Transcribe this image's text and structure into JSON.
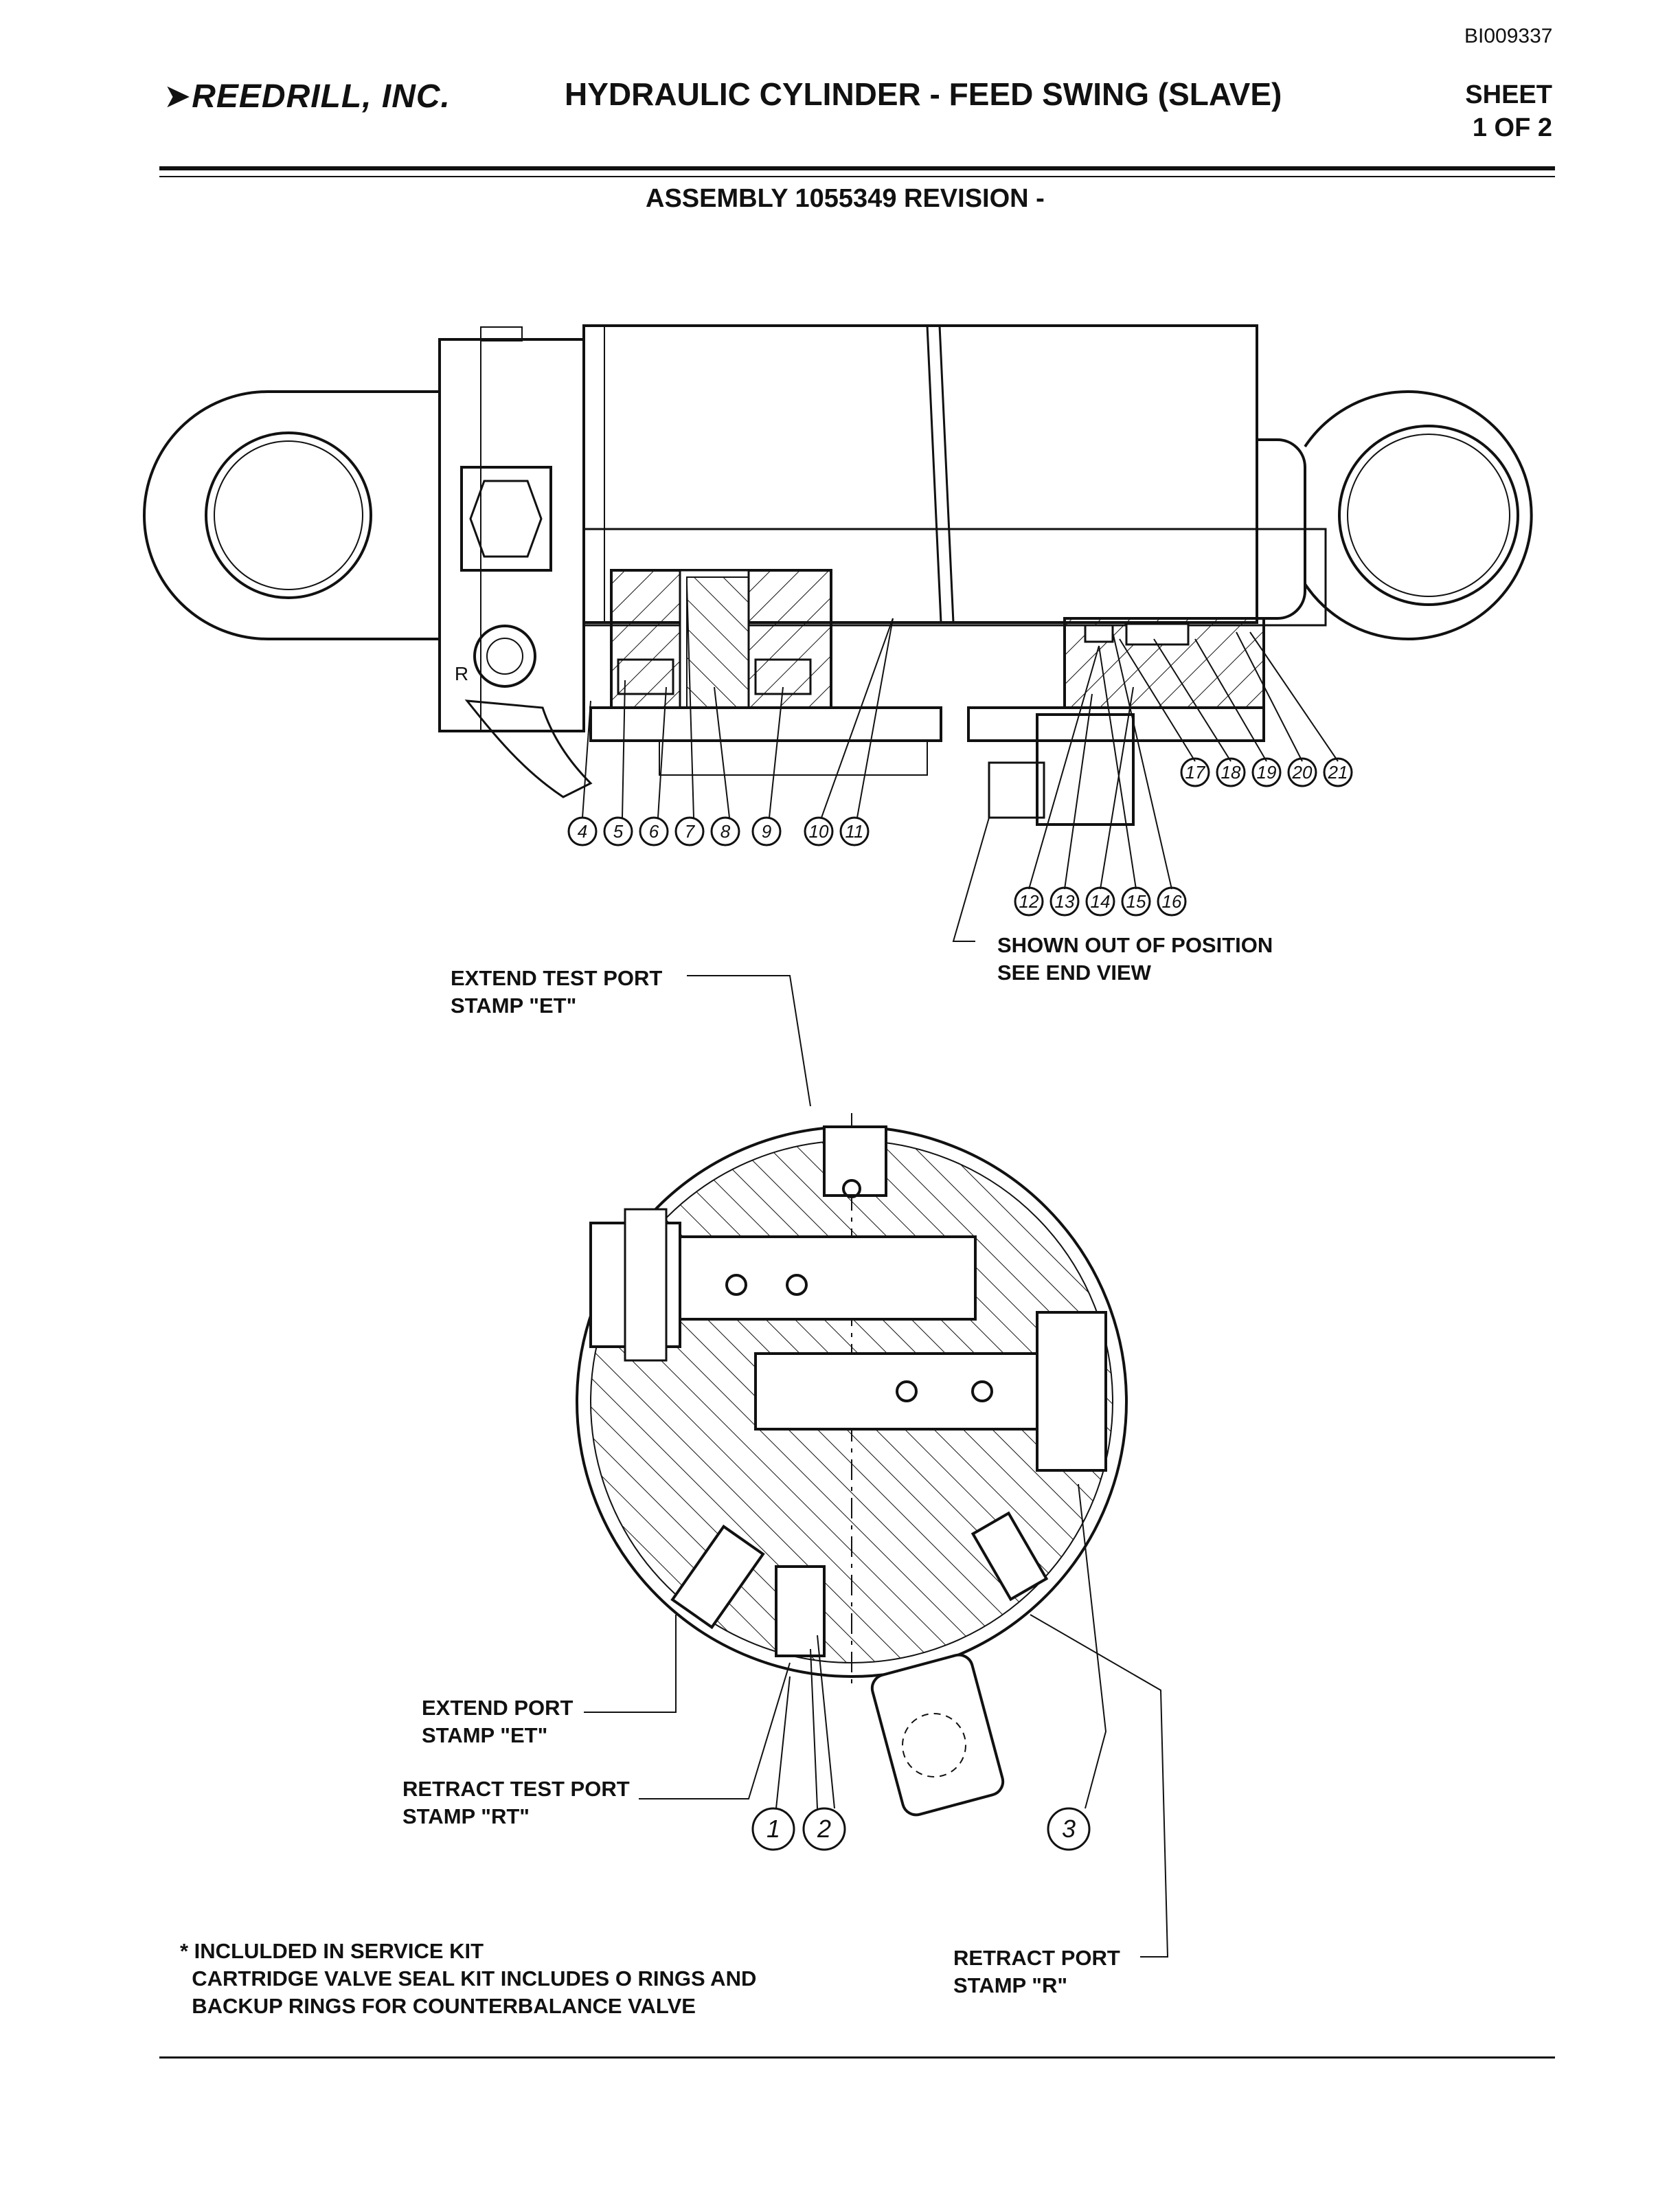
{
  "header": {
    "doc_id": "BI009337",
    "company": "REEDRILL, INC.",
    "title": "HYDRAULIC CYLINDER - FEED SWING (SLAVE)",
    "sheet_label": "SHEET",
    "sheet_number": "1 OF 2",
    "assembly": "ASSEMBLY 1055349 REVISION -"
  },
  "callouts": {
    "shown_out": "SHOWN OUT OF POSITION\nSEE END VIEW",
    "extend_test": "EXTEND TEST PORT\nSTAMP \"ET\"",
    "extend_port": "EXTEND PORT\nSTAMP \"ET\"",
    "retract_test": "RETRACT TEST PORT\nSTAMP \"RT\"",
    "retract_port": "RETRACT PORT\nSTAMP \"R\"",
    "port_r": "R"
  },
  "balloons": {
    "top_row": [
      "4",
      "5",
      "6",
      "7",
      "8",
      "9",
      "10",
      "11"
    ],
    "middle_row": [
      "12",
      "13",
      "14",
      "15",
      "16"
    ],
    "right_row": [
      "17",
      "18",
      "19",
      "20",
      "21"
    ],
    "end_view": [
      "1",
      "2",
      "3"
    ]
  },
  "notes": [
    "* INCLULDED IN SERVICE KIT",
    "  CARTRIDGE VALVE SEAL KIT INCLUDES O RINGS AND",
    "  BACKUP RINGS FOR COUNTERBALANCE VALVE"
  ]
}
